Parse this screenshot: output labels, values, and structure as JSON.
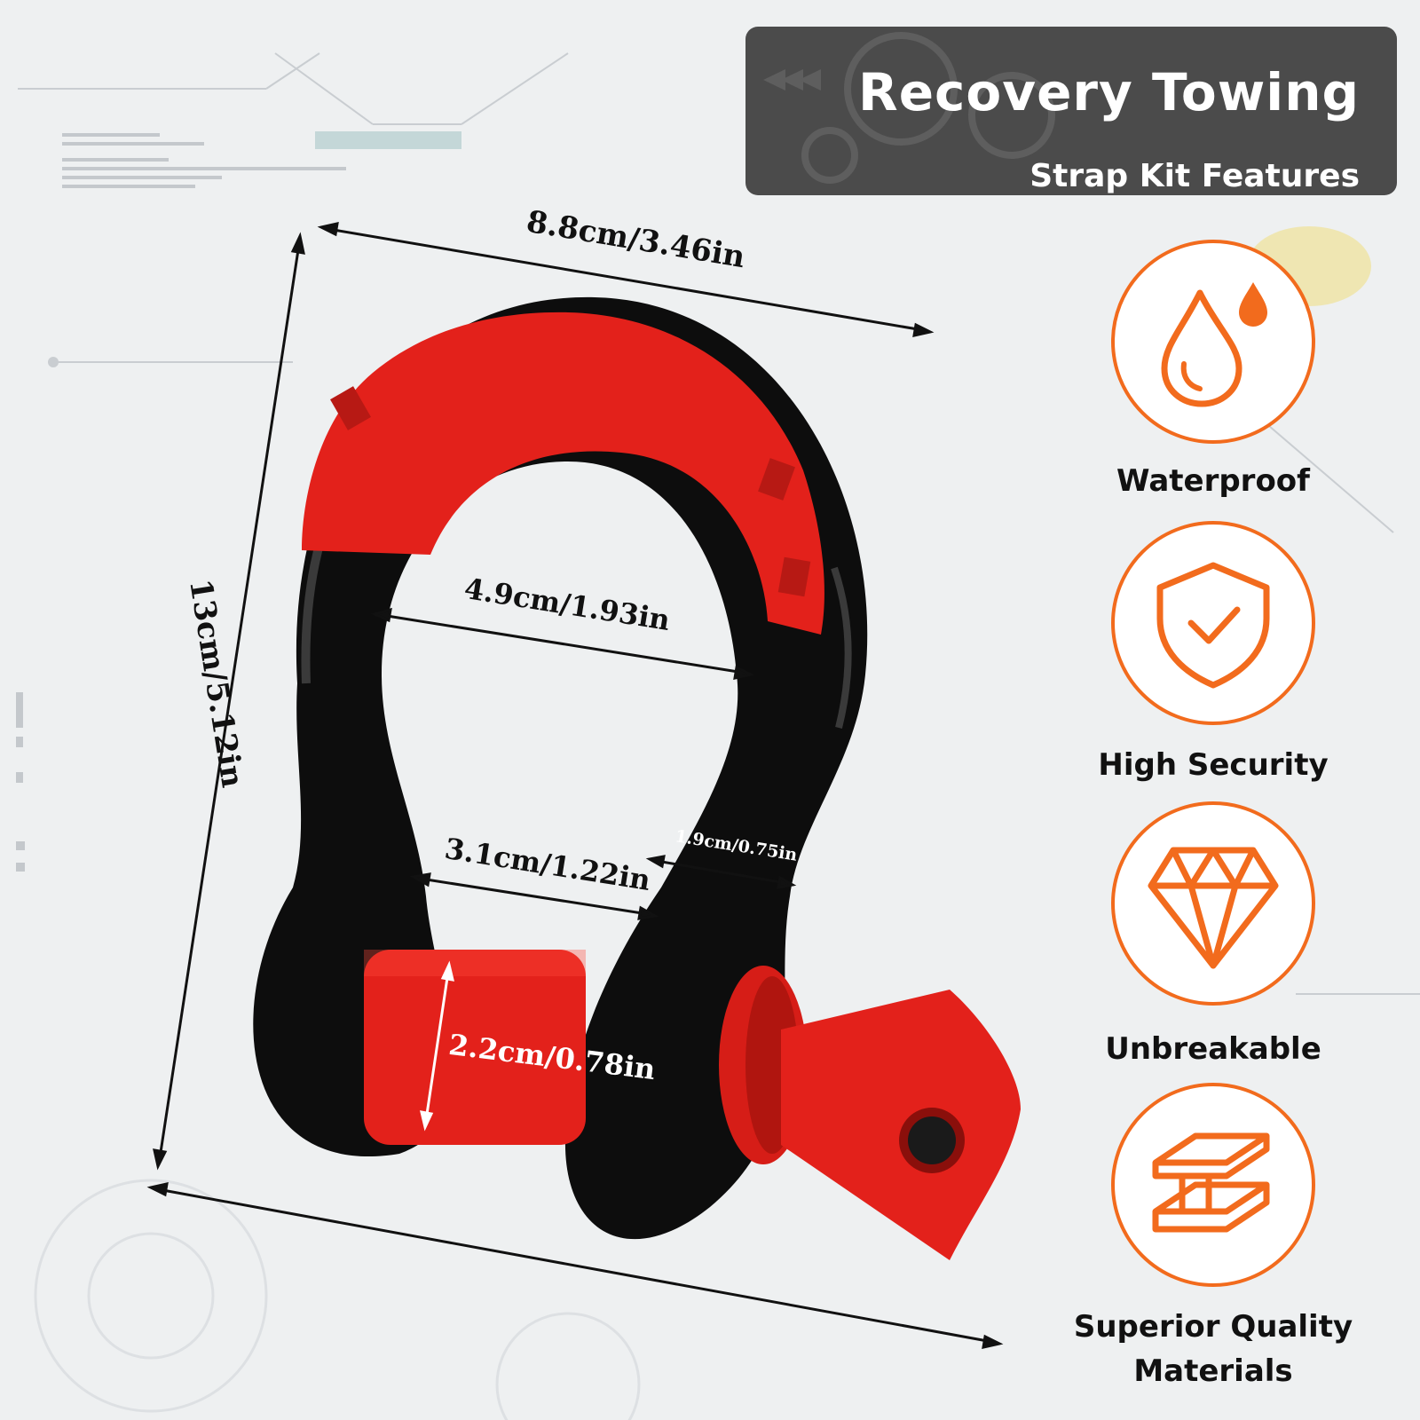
{
  "header": {
    "title": "Recovery Towing",
    "subtitle": "Strap Kit Features"
  },
  "dimensions": {
    "top_width": "8.8cm/3.46in",
    "height": "13cm/5.12in",
    "inner_width": "4.9cm/1.93in",
    "throat_width": "3.1cm/1.22in",
    "body_diameter": "1.9cm/0.75in",
    "pin_diameter": "2.2cm/0.78in"
  },
  "features": [
    {
      "label": "Waterproof",
      "icon": "water-drop-icon"
    },
    {
      "label": "High Security",
      "icon": "shield-check-icon"
    },
    {
      "label": "Unbreakable",
      "icon": "diamond-icon"
    },
    {
      "label_line1": "Superior Quality",
      "label_line2": "Materials",
      "icon": "steel-beam-icon"
    }
  ],
  "colors": {
    "accent": "#f26b1d",
    "shackle_black": "#0d0d0d",
    "shackle_red": "#e3211b",
    "header_bg": "#4b4b4b"
  }
}
